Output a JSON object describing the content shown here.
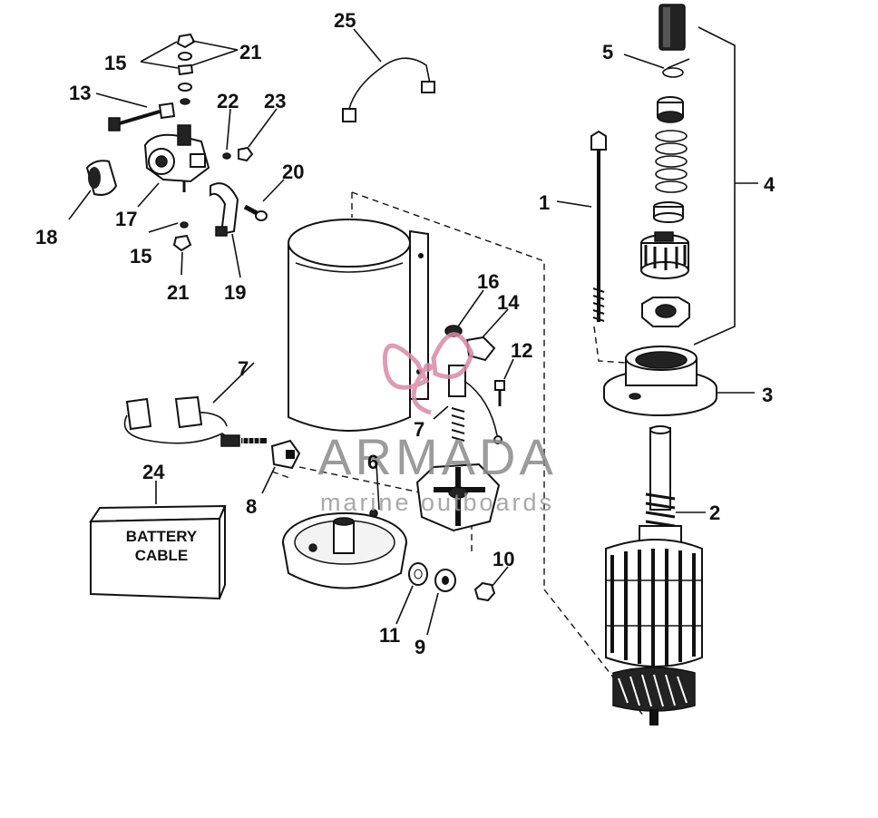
{
  "callouts": {
    "c1": "1",
    "c2": "2",
    "c3": "3",
    "c4": "4",
    "c5": "5",
    "c6": "6",
    "c7a": "7",
    "c7b": "7",
    "c8": "8",
    "c9": "9",
    "c10": "10",
    "c11": "11",
    "c12": "12",
    "c13": "13",
    "c14": "14",
    "c15a": "15",
    "c15b": "15",
    "c16": "16",
    "c17": "17",
    "c18": "18",
    "c19": "19",
    "c20": "20",
    "c21a": "21",
    "c21b": "21",
    "c22": "22",
    "c23": "23",
    "c24": "24",
    "c25": "25"
  },
  "battery_cable": {
    "line1": "BATTERY",
    "line2": "CABLE"
  },
  "watermark": {
    "brand": "ARMADA",
    "tagline": "marine outboards",
    "color": "#d98aa8"
  }
}
